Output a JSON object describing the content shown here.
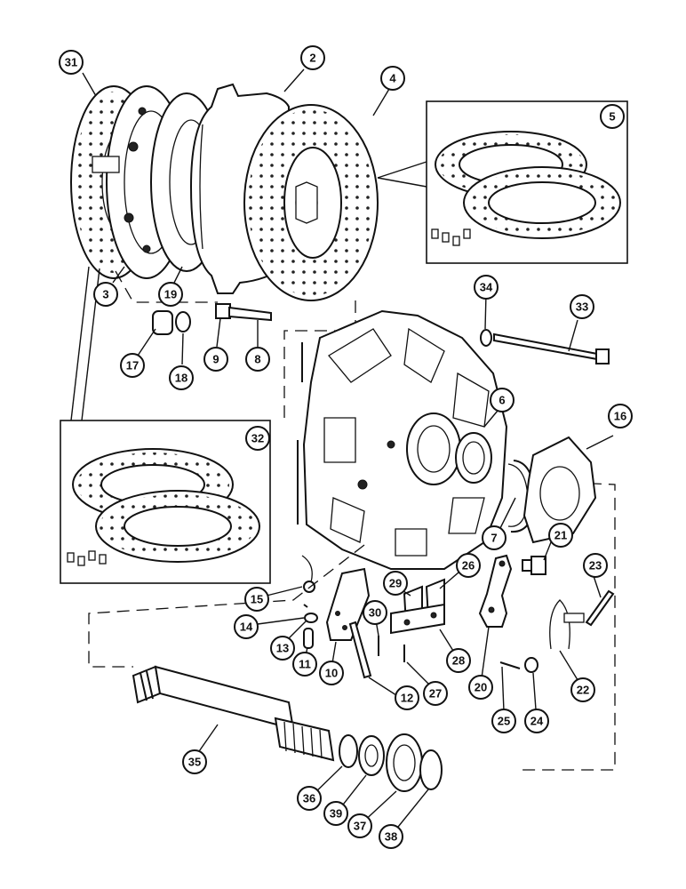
{
  "diagram": {
    "callouts": [
      "31",
      "2",
      "4",
      "5",
      "3",
      "19",
      "17",
      "18",
      "9",
      "8",
      "34",
      "33",
      "6",
      "16",
      "32",
      "7",
      "21",
      "26",
      "29",
      "23",
      "15",
      "14",
      "13",
      "30",
      "11",
      "10",
      "12",
      "27",
      "28",
      "20",
      "25",
      "24",
      "22",
      "35",
      "36",
      "39",
      "37",
      "38"
    ]
  }
}
